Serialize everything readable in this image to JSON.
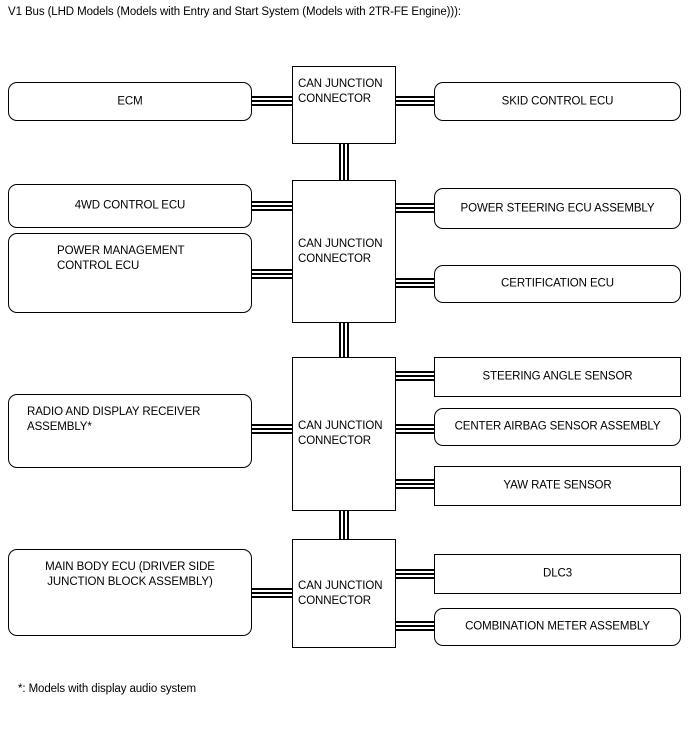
{
  "caption": "V1 Bus (LHD Models (Models with Entry and Start System (Models with 2TR-FE Engine))):",
  "footnote": "*: Models with display audio system",
  "colors": {
    "line": "#000000",
    "background": "#ffffff",
    "text": "#000000"
  },
  "junctions": [
    {
      "id": "junction-1",
      "label": "CAN JUNCTION\nCONNECTOR",
      "line1": "CAN JUNCTION",
      "line2": "CONNECTOR"
    },
    {
      "id": "junction-2",
      "label": "CAN JUNCTION\nCONNECTOR",
      "line1": "CAN JUNCTION",
      "line2": "CONNECTOR"
    },
    {
      "id": "junction-3",
      "label": "CAN JUNCTION\nCONNECTOR",
      "line1": "CAN JUNCTION",
      "line2": "CONNECTOR"
    },
    {
      "id": "junction-4",
      "label": "CAN JUNCTION\nCONNECTOR",
      "line1": "CAN JUNCTION",
      "line2": "CONNECTOR"
    }
  ],
  "nodes_left": [
    {
      "id": "ecm",
      "label": "ECM",
      "shape": "rounded",
      "align": "center"
    },
    {
      "id": "4wd-control-ecu",
      "label": "4WD CONTROL ECU",
      "shape": "rounded",
      "align": "center"
    },
    {
      "id": "power-management-control-ecu",
      "label": "POWER MANAGEMENT\nCONTROL ECU",
      "line1": "POWER MANAGEMENT",
      "line2": "CONTROL ECU",
      "shape": "rounded",
      "align": "top-left"
    },
    {
      "id": "radio-and-display-receiver-assembly",
      "label": "RADIO AND DISPLAY RECEIVER\nASSEMBLY*",
      "line1": "RADIO AND DISPLAY RECEIVER",
      "line2": "ASSEMBLY*",
      "shape": "rounded",
      "align": "top-left"
    },
    {
      "id": "main-body-ecu",
      "label": "MAIN BODY ECU (DRIVER SIDE\nJUNCTION BLOCK ASSEMBLY)",
      "line1": "MAIN BODY ECU (DRIVER SIDE",
      "line2": "JUNCTION BLOCK ASSEMBLY)",
      "shape": "rounded",
      "align": "top-center"
    }
  ],
  "nodes_right": [
    {
      "id": "skid-control-ecu",
      "label": "SKID CONTROL ECU",
      "shape": "rounded",
      "align": "center"
    },
    {
      "id": "power-steering-ecu-assembly",
      "label": "POWER STEERING ECU ASSEMBLY",
      "shape": "rounded",
      "align": "center"
    },
    {
      "id": "certification-ecu",
      "label": "CERTIFICATION ECU",
      "shape": "rounded",
      "align": "center"
    },
    {
      "id": "steering-angle-sensor",
      "label": "STEERING ANGLE SENSOR",
      "shape": "sharp",
      "align": "center"
    },
    {
      "id": "center-airbag-sensor-assembly",
      "label": "CENTER AIRBAG SENSOR ASSEMBLY",
      "shape": "rounded",
      "align": "center"
    },
    {
      "id": "yaw-rate-sensor",
      "label": "YAW RATE SENSOR",
      "shape": "sharp",
      "align": "center"
    },
    {
      "id": "dlc3",
      "label": "DLC3",
      "shape": "sharp",
      "align": "center"
    },
    {
      "id": "combination-meter-assembly",
      "label": "COMBINATION METER ASSEMBLY",
      "shape": "rounded",
      "align": "center"
    }
  ]
}
